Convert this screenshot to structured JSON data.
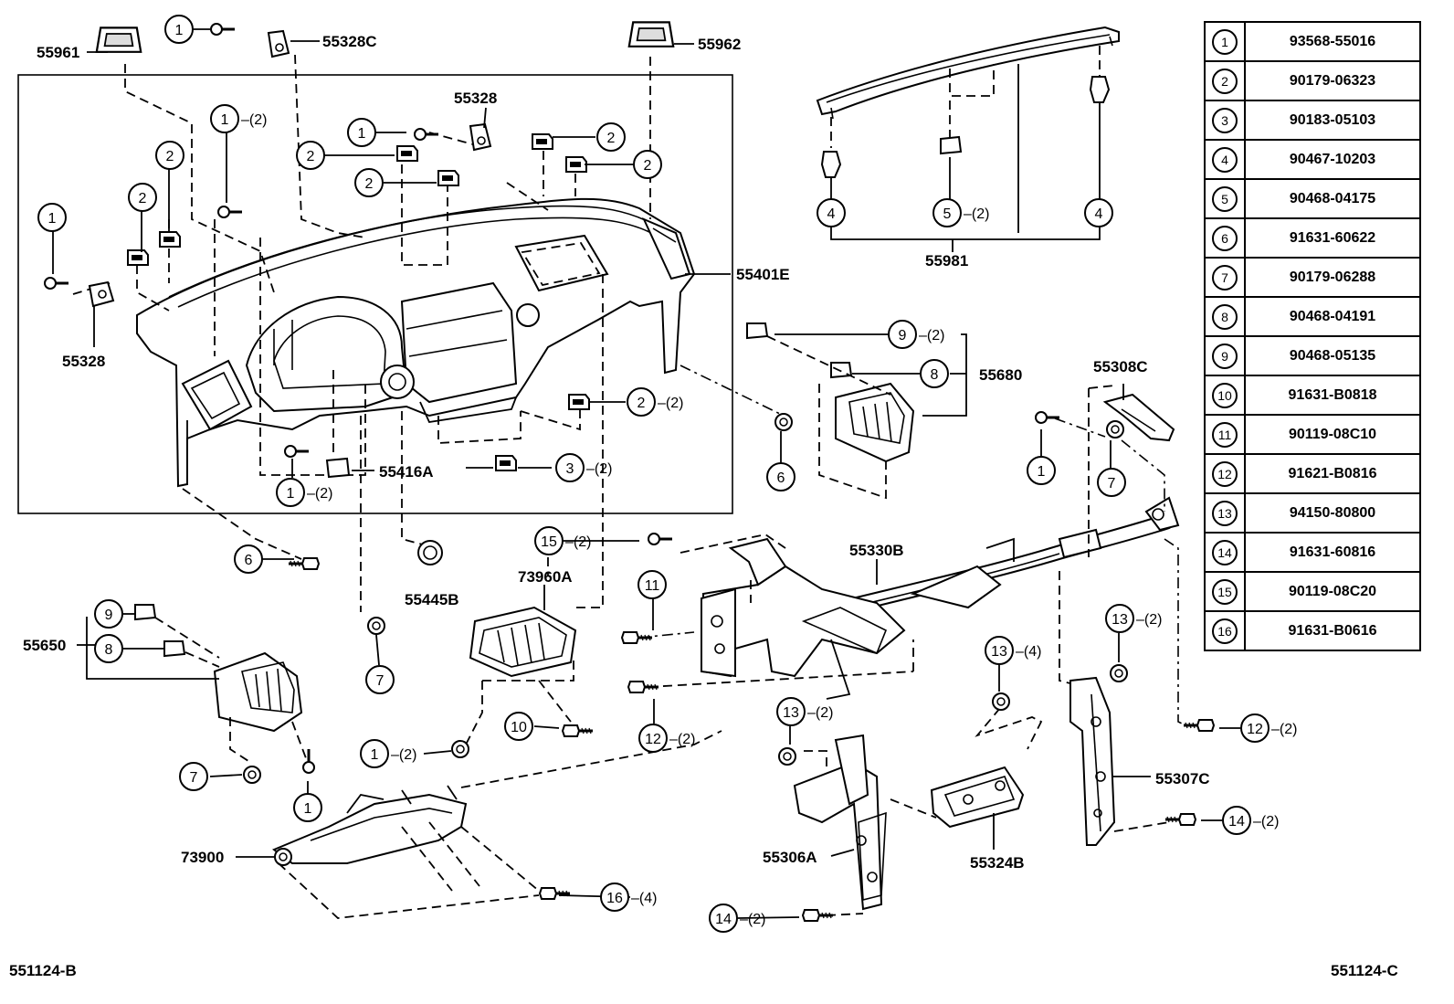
{
  "callouts": {
    "p55961": "55961",
    "p55328C": "55328C",
    "p55962": "55962",
    "p55328_top": "55328",
    "p55328_left": "55328",
    "p55401E": "55401E",
    "p55981": "55981",
    "p55680": "55680",
    "p55308C": "55308C",
    "p55416A": "55416A",
    "p55445B": "55445B",
    "p73960A": "73960A",
    "p55330B": "55330B",
    "p55650": "55650",
    "p73900": "73900",
    "p55306A": "55306A",
    "p55324B": "55324B",
    "p55307C": "55307C"
  },
  "qty": {
    "q2": "(2)",
    "q4": "(4)"
  },
  "legend": [
    {
      "idx": "1",
      "part": "93568-55016"
    },
    {
      "idx": "2",
      "part": "90179-06323"
    },
    {
      "idx": "3",
      "part": "90183-05103"
    },
    {
      "idx": "4",
      "part": "90467-10203"
    },
    {
      "idx": "5",
      "part": "90468-04175"
    },
    {
      "idx": "6",
      "part": "91631-60622"
    },
    {
      "idx": "7",
      "part": "90179-06288"
    },
    {
      "idx": "8",
      "part": "90468-04191"
    },
    {
      "idx": "9",
      "part": "90468-05135"
    },
    {
      "idx": "10",
      "part": "91631-B0818"
    },
    {
      "idx": "11",
      "part": "90119-08C10"
    },
    {
      "idx": "12",
      "part": "91621-B0816"
    },
    {
      "idx": "13",
      "part": "94150-80800"
    },
    {
      "idx": "14",
      "part": "91631-60816"
    },
    {
      "idx": "15",
      "part": "90119-08C20"
    },
    {
      "idx": "16",
      "part": "91631-B0616"
    }
  ],
  "codes": {
    "left": "551124-B",
    "right": "551124-C"
  }
}
